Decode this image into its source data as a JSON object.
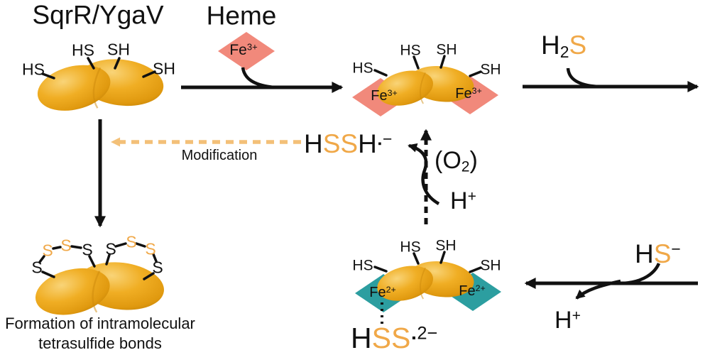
{
  "text": {
    "title": "SqrR/YgaV",
    "heme": "Heme",
    "fe": "Fe",
    "fe3_charge": "3+",
    "fe2_charge": "2+",
    "hs": "HS",
    "sh": "SH",
    "s": "S",
    "ss": "SS",
    "h": "H",
    "two": "2",
    "plus": "+",
    "minus": "−",
    "two_minus": "2−",
    "dot": "▪",
    "o2_open": "(O",
    "o2_close": ")",
    "modification": "Modification",
    "caption1": "Formation of intramolecular",
    "caption2": "tetrasulfide bonds"
  },
  "colors": {
    "protein_gold": "#EFAD22",
    "heme_salmon": "#F1897B",
    "fe2_teal": "#2C9EA0",
    "sulfur_orange": "#F0A848",
    "dash_orange": "#F3C078",
    "ink": "#111111"
  }
}
